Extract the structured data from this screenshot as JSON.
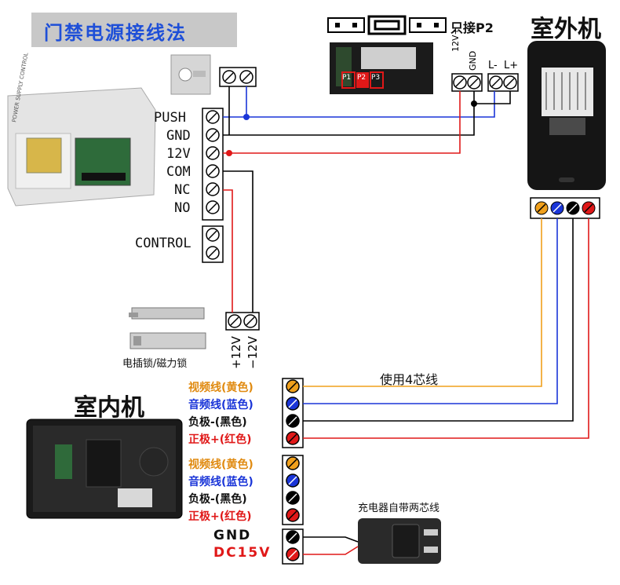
{
  "title": "门禁电源接线法",
  "outdoor_unit": {
    "title": "室外机"
  },
  "indoor_unit": {
    "title": "室内机"
  },
  "jumper": {
    "note": "只接P2",
    "p_labels": [
      "P1",
      "P2",
      "P3"
    ]
  },
  "outdoor_terminals": {
    "top": [
      "12V+",
      "GND",
      "L-",
      "L+"
    ]
  },
  "power_supply": {
    "terminals": [
      "PUSH",
      "GND",
      "12V",
      "COM",
      "NC",
      "NO"
    ],
    "control": "CONTROL",
    "case_text": "POWER SUPPLY CONTROL"
  },
  "lock": {
    "caption": "电插锁/磁力锁",
    "terminals": [
      "+12V",
      "−12V"
    ]
  },
  "cable_note": "使用4芯线",
  "indoor_wires_top": [
    {
      "label": "视频线(黄色)",
      "color": "#f0a01c",
      "text_color": "#e08a10"
    },
    {
      "label": "音频线(蓝色)",
      "color": "#1a35d8",
      "text_color": "#1a35d8"
    },
    {
      "label": "负极-(黑色)",
      "color": "#000000",
      "text_color": "#111111"
    },
    {
      "label": "正极+(红色)",
      "color": "#e01818",
      "text_color": "#e01818"
    }
  ],
  "indoor_wires_bottom": [
    {
      "label": "视频线(黄色)",
      "color": "#f0a01c",
      "text_color": "#e08a10"
    },
    {
      "label": "音频线(蓝色)",
      "color": "#1a35d8",
      "text_color": "#1a35d8"
    },
    {
      "label": "负极-(黑色)",
      "color": "#000000",
      "text_color": "#111111"
    },
    {
      "label": "正极+(红色)",
      "color": "#e01818",
      "text_color": "#e01818"
    }
  ],
  "power_inputs": [
    {
      "label": "GND",
      "color": "#000000",
      "text_color": "#111111"
    },
    {
      "label": "DC15V",
      "color": "#e01818",
      "text_color": "#e01818"
    }
  ],
  "charger_note": "充电器自带两芯线",
  "colors": {
    "red": "#e01818",
    "blue": "#1a35d8",
    "black": "#000000",
    "yellow": "#f0a01c"
  }
}
